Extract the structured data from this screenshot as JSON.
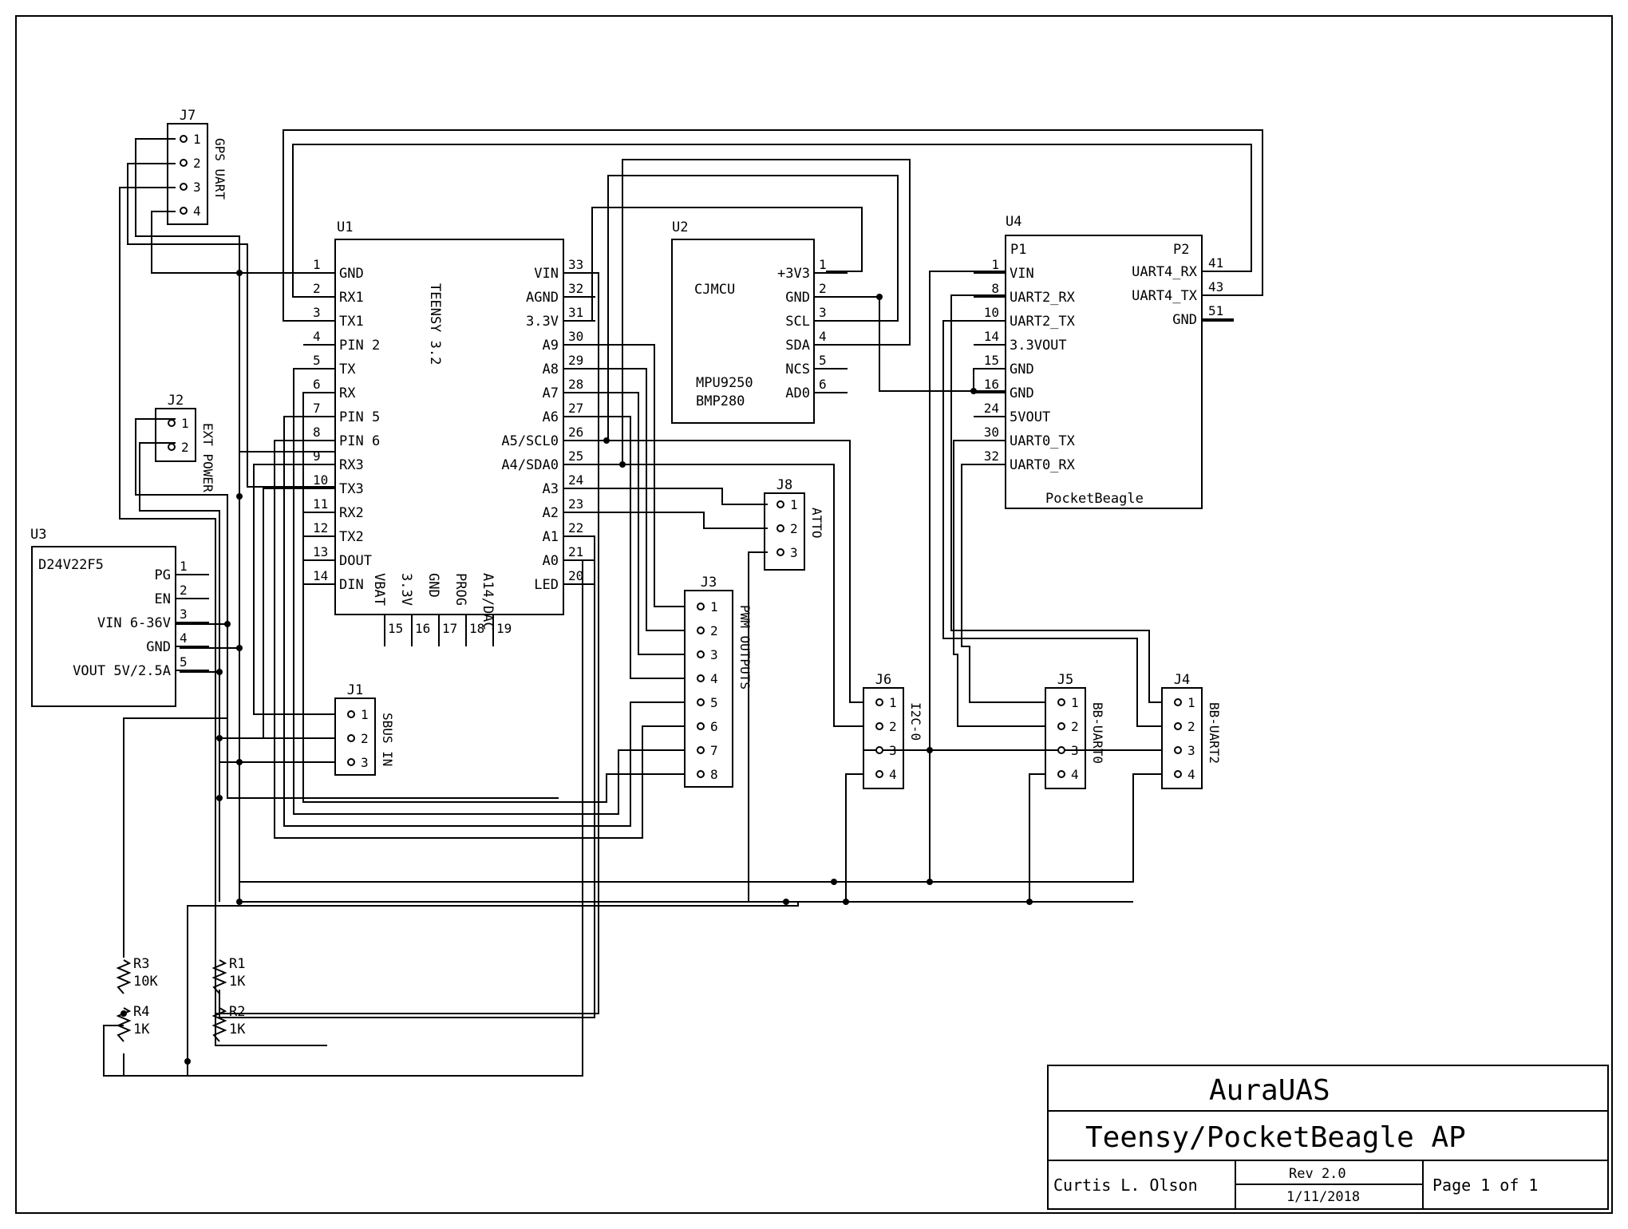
{
  "colors": {
    "ink": "#000000",
    "paper": "#ffffff"
  },
  "title_block": {
    "company": "AuraUAS",
    "title": "Teensy/PocketBeagle AP",
    "author": "Curtis L. Olson",
    "rev": "Rev 2.0",
    "date": "1/11/2018",
    "page": "Page 1 of 1"
  },
  "u1": {
    "ref": "U1",
    "name": "TEENSY 3.2",
    "left_pins": [
      {
        "num": "1",
        "name": "GND"
      },
      {
        "num": "2",
        "name": "RX1"
      },
      {
        "num": "3",
        "name": "TX1"
      },
      {
        "num": "4",
        "name": "PIN 2"
      },
      {
        "num": "5",
        "name": "TX"
      },
      {
        "num": "6",
        "name": "RX"
      },
      {
        "num": "7",
        "name": "PIN 5"
      },
      {
        "num": "8",
        "name": "PIN 6"
      },
      {
        "num": "9",
        "name": "RX3"
      },
      {
        "num": "10",
        "name": "TX3"
      },
      {
        "num": "11",
        "name": "RX2"
      },
      {
        "num": "12",
        "name": "TX2"
      },
      {
        "num": "13",
        "name": "DOUT"
      },
      {
        "num": "14",
        "name": "DIN"
      }
    ],
    "right_pins": [
      {
        "num": "33",
        "name": "VIN"
      },
      {
        "num": "32",
        "name": "AGND"
      },
      {
        "num": "31",
        "name": "3.3V"
      },
      {
        "num": "30",
        "name": "A9"
      },
      {
        "num": "29",
        "name": "A8"
      },
      {
        "num": "28",
        "name": "A7"
      },
      {
        "num": "27",
        "name": "A6"
      },
      {
        "num": "26",
        "name": "A5/SCL0"
      },
      {
        "num": "25",
        "name": "A4/SDA0"
      },
      {
        "num": "24",
        "name": "A3"
      },
      {
        "num": "23",
        "name": "A2"
      },
      {
        "num": "22",
        "name": "A1"
      },
      {
        "num": "21",
        "name": "A0"
      },
      {
        "num": "20",
        "name": "LED"
      }
    ],
    "bottom_pins": [
      {
        "num": "15",
        "name": "VBAT"
      },
      {
        "num": "16",
        "name": "3.3V"
      },
      {
        "num": "17",
        "name": "GND"
      },
      {
        "num": "18",
        "name": "PROG"
      },
      {
        "num": "19",
        "name": "A14/DAC"
      }
    ]
  },
  "u2": {
    "ref": "U2",
    "name": "CJMCU",
    "parts": [
      "MPU9250",
      "BMP280"
    ],
    "pins": [
      {
        "num": "1",
        "name": "+3V3"
      },
      {
        "num": "2",
        "name": "GND"
      },
      {
        "num": "3",
        "name": "SCL"
      },
      {
        "num": "4",
        "name": "SDA"
      },
      {
        "num": "5",
        "name": "NCS"
      },
      {
        "num": "6",
        "name": "AD0"
      }
    ]
  },
  "u3": {
    "ref": "U3",
    "name": "D24V22F5",
    "pins": [
      {
        "num": "1",
        "name": "PG"
      },
      {
        "num": "2",
        "name": "EN"
      },
      {
        "num": "3",
        "name": "VIN 6-36V"
      },
      {
        "num": "4",
        "name": "GND"
      },
      {
        "num": "5",
        "name": "VOUT 5V/2.5A"
      }
    ]
  },
  "u4": {
    "ref": "U4",
    "name": "PocketBeagle",
    "p1_label": "P1",
    "p2_label": "P2",
    "left_pins": [
      {
        "num": "1",
        "name": "VIN"
      },
      {
        "num": "8",
        "name": "UART2_RX"
      },
      {
        "num": "10",
        "name": "UART2_TX"
      },
      {
        "num": "14",
        "name": "3.3VOUT"
      },
      {
        "num": "15",
        "name": "GND"
      },
      {
        "num": "16",
        "name": "GND"
      },
      {
        "num": "24",
        "name": "5VOUT"
      },
      {
        "num": "30",
        "name": "UART0_TX"
      },
      {
        "num": "32",
        "name": "UART0_RX"
      }
    ],
    "right_pins": [
      {
        "num": "41",
        "name": "UART4_RX"
      },
      {
        "num": "43",
        "name": "UART4_TX"
      },
      {
        "num": "51",
        "name": "GND"
      }
    ]
  },
  "connectors": {
    "j1": {
      "ref": "J1",
      "label": "SBUS IN",
      "pins": [
        "1",
        "2",
        "3"
      ]
    },
    "j2": {
      "ref": "J2",
      "label": "EXT POWER",
      "pins": [
        "1",
        "2"
      ]
    },
    "j3": {
      "ref": "J3",
      "label": "PWM OUTPUTS",
      "pins": [
        "1",
        "2",
        "3",
        "4",
        "5",
        "6",
        "7",
        "8"
      ]
    },
    "j4": {
      "ref": "J4",
      "label": "BB-UART2",
      "pins": [
        "1",
        "2",
        "3",
        "4"
      ]
    },
    "j5": {
      "ref": "J5",
      "label": "BB-UART0",
      "pins": [
        "1",
        "2",
        "3",
        "4"
      ]
    },
    "j6": {
      "ref": "J6",
      "label": "I2C-0",
      "pins": [
        "1",
        "2",
        "3",
        "4"
      ]
    },
    "j7": {
      "ref": "J7",
      "label": "GPS UART",
      "pins": [
        "1",
        "2",
        "3",
        "4"
      ]
    },
    "j8": {
      "ref": "J8",
      "label": "ATTO",
      "pins": [
        "1",
        "2",
        "3"
      ]
    }
  },
  "resistors": [
    {
      "ref": "R1",
      "value": "1K"
    },
    {
      "ref": "R2",
      "value": "1K"
    },
    {
      "ref": "R3",
      "value": "10K"
    },
    {
      "ref": "R4",
      "value": "1K"
    }
  ]
}
